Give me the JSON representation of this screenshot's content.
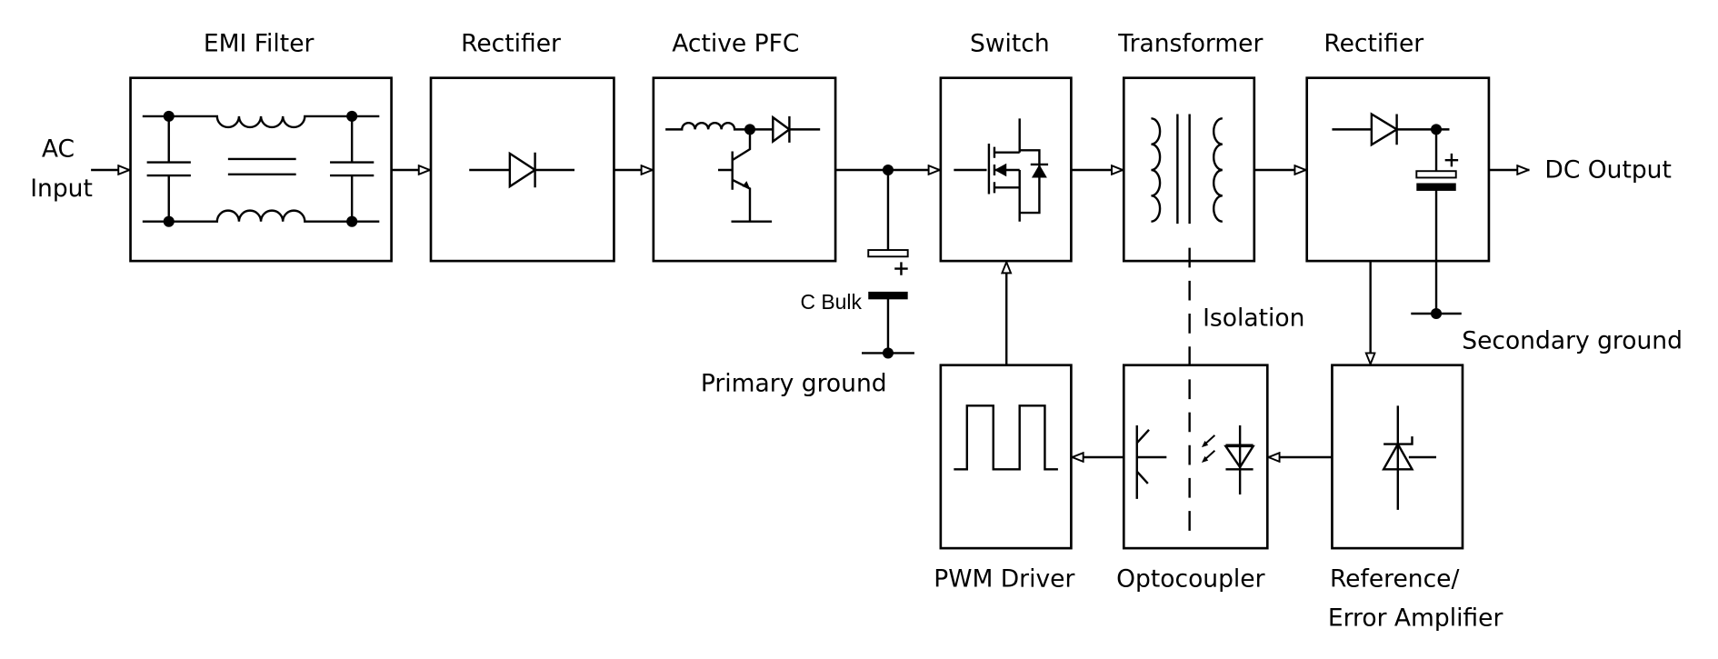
{
  "blocks": {
    "emi_filter": "EMI Filter",
    "rectifier_primary": "Rectifier",
    "active_pfc": "Active PFC",
    "switch": "Switch",
    "transformer": "Transformer",
    "rectifier_secondary": "Rectifier",
    "pwm_driver": "PWM Driver",
    "optocoupler": "Optocoupler",
    "reference_line1": "Reference/",
    "reference_line2": "Error Amplifier"
  },
  "labels": {
    "ac_input_line1": "AC",
    "ac_input_line2": "Input",
    "dc_output": "DC Output",
    "c_bulk": "C Bulk",
    "primary_ground": "Primary ground",
    "secondary_ground": "Secondary ground",
    "isolation": "Isolation"
  },
  "colors": {
    "line": "#000000",
    "background": "#ffffff"
  }
}
